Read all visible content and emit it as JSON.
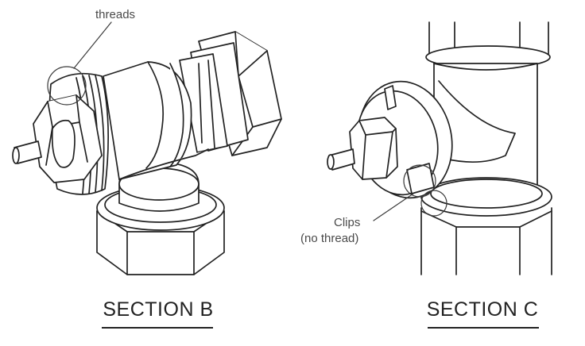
{
  "labels": {
    "threads": "threads",
    "clips_line1": "Clips",
    "clips_line2": "(no thread)"
  },
  "sections": {
    "b_title": "SECTION B",
    "c_title": "SECTION C"
  },
  "colors": {
    "line": "#222222",
    "callout": "#3a3a3a",
    "label_text": "#4a4a4a",
    "background": "#ffffff"
  }
}
